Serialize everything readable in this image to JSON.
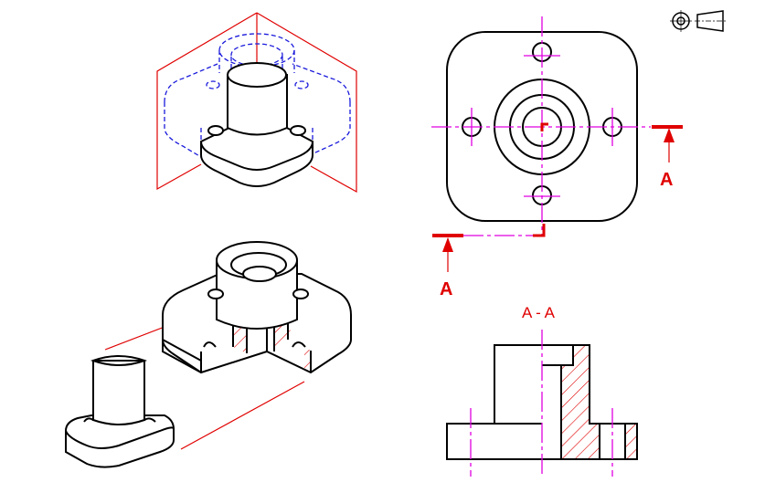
{
  "section_labels": {
    "cut_right": "A",
    "cut_left": "A",
    "section_title": "A - A"
  },
  "colors": {
    "outline": "#000000",
    "centerline": "#e000e0",
    "hidden": "#1a1adc",
    "section": "#e00000"
  }
}
